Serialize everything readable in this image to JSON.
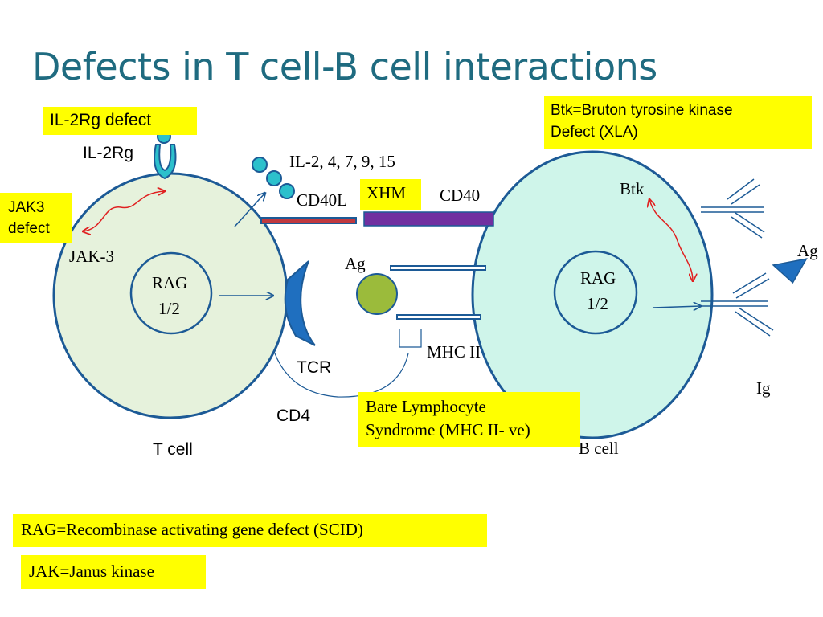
{
  "title": "Defects in T cell-B cell interactions",
  "callouts": {
    "il2rg_defect": "IL-2Rg defect",
    "jak3_defect_line1": "JAK3",
    "jak3_defect_line2": "defect",
    "btk_line1": "Btk=Bruton tyrosine kinase",
    "btk_line2": "Defect (XLA)",
    "xhm": "XHM",
    "bare_line1": "Bare Lymphocyte",
    "bare_line2": "Syndrome (MHC II- ve)",
    "rag_def": "RAG=Recombinase activating gene defect (SCID)",
    "jak_def": "JAK=Janus kinase"
  },
  "labels": {
    "il2rg": "IL-2Rg",
    "cytokines": "IL-2, 4, 7, 9, 15",
    "cd40l": "CD40L",
    "cd40": "CD40",
    "jak3": "JAK-3",
    "rag_t_line1": "RAG",
    "rag_t_line2": "1/2",
    "rag_b_line1": "RAG",
    "rag_b_line2": "1/2",
    "ag_center": "Ag",
    "ag_right": "Ag",
    "tcr": "TCR",
    "mhc": "MHC II",
    "cd4": "CD4",
    "t_cell": "T cell",
    "b_cell": "B cell",
    "btk": "Btk",
    "ig": "Ig"
  },
  "colors": {
    "title": "#1f6b80",
    "callout_bg": "#ffff00",
    "t_cell_fill": "#e6f2dc",
    "b_cell_fill": "#cff5ea",
    "cell_outline": "#1c5a96",
    "cytokine": "#2cc0cc",
    "antigen": "#9bbb3b",
    "cd40_bar": "#7030a0",
    "cd40l_bar": "#c0393f",
    "tcr": "#1f6fbf",
    "red_arrow": "#e02020"
  }
}
